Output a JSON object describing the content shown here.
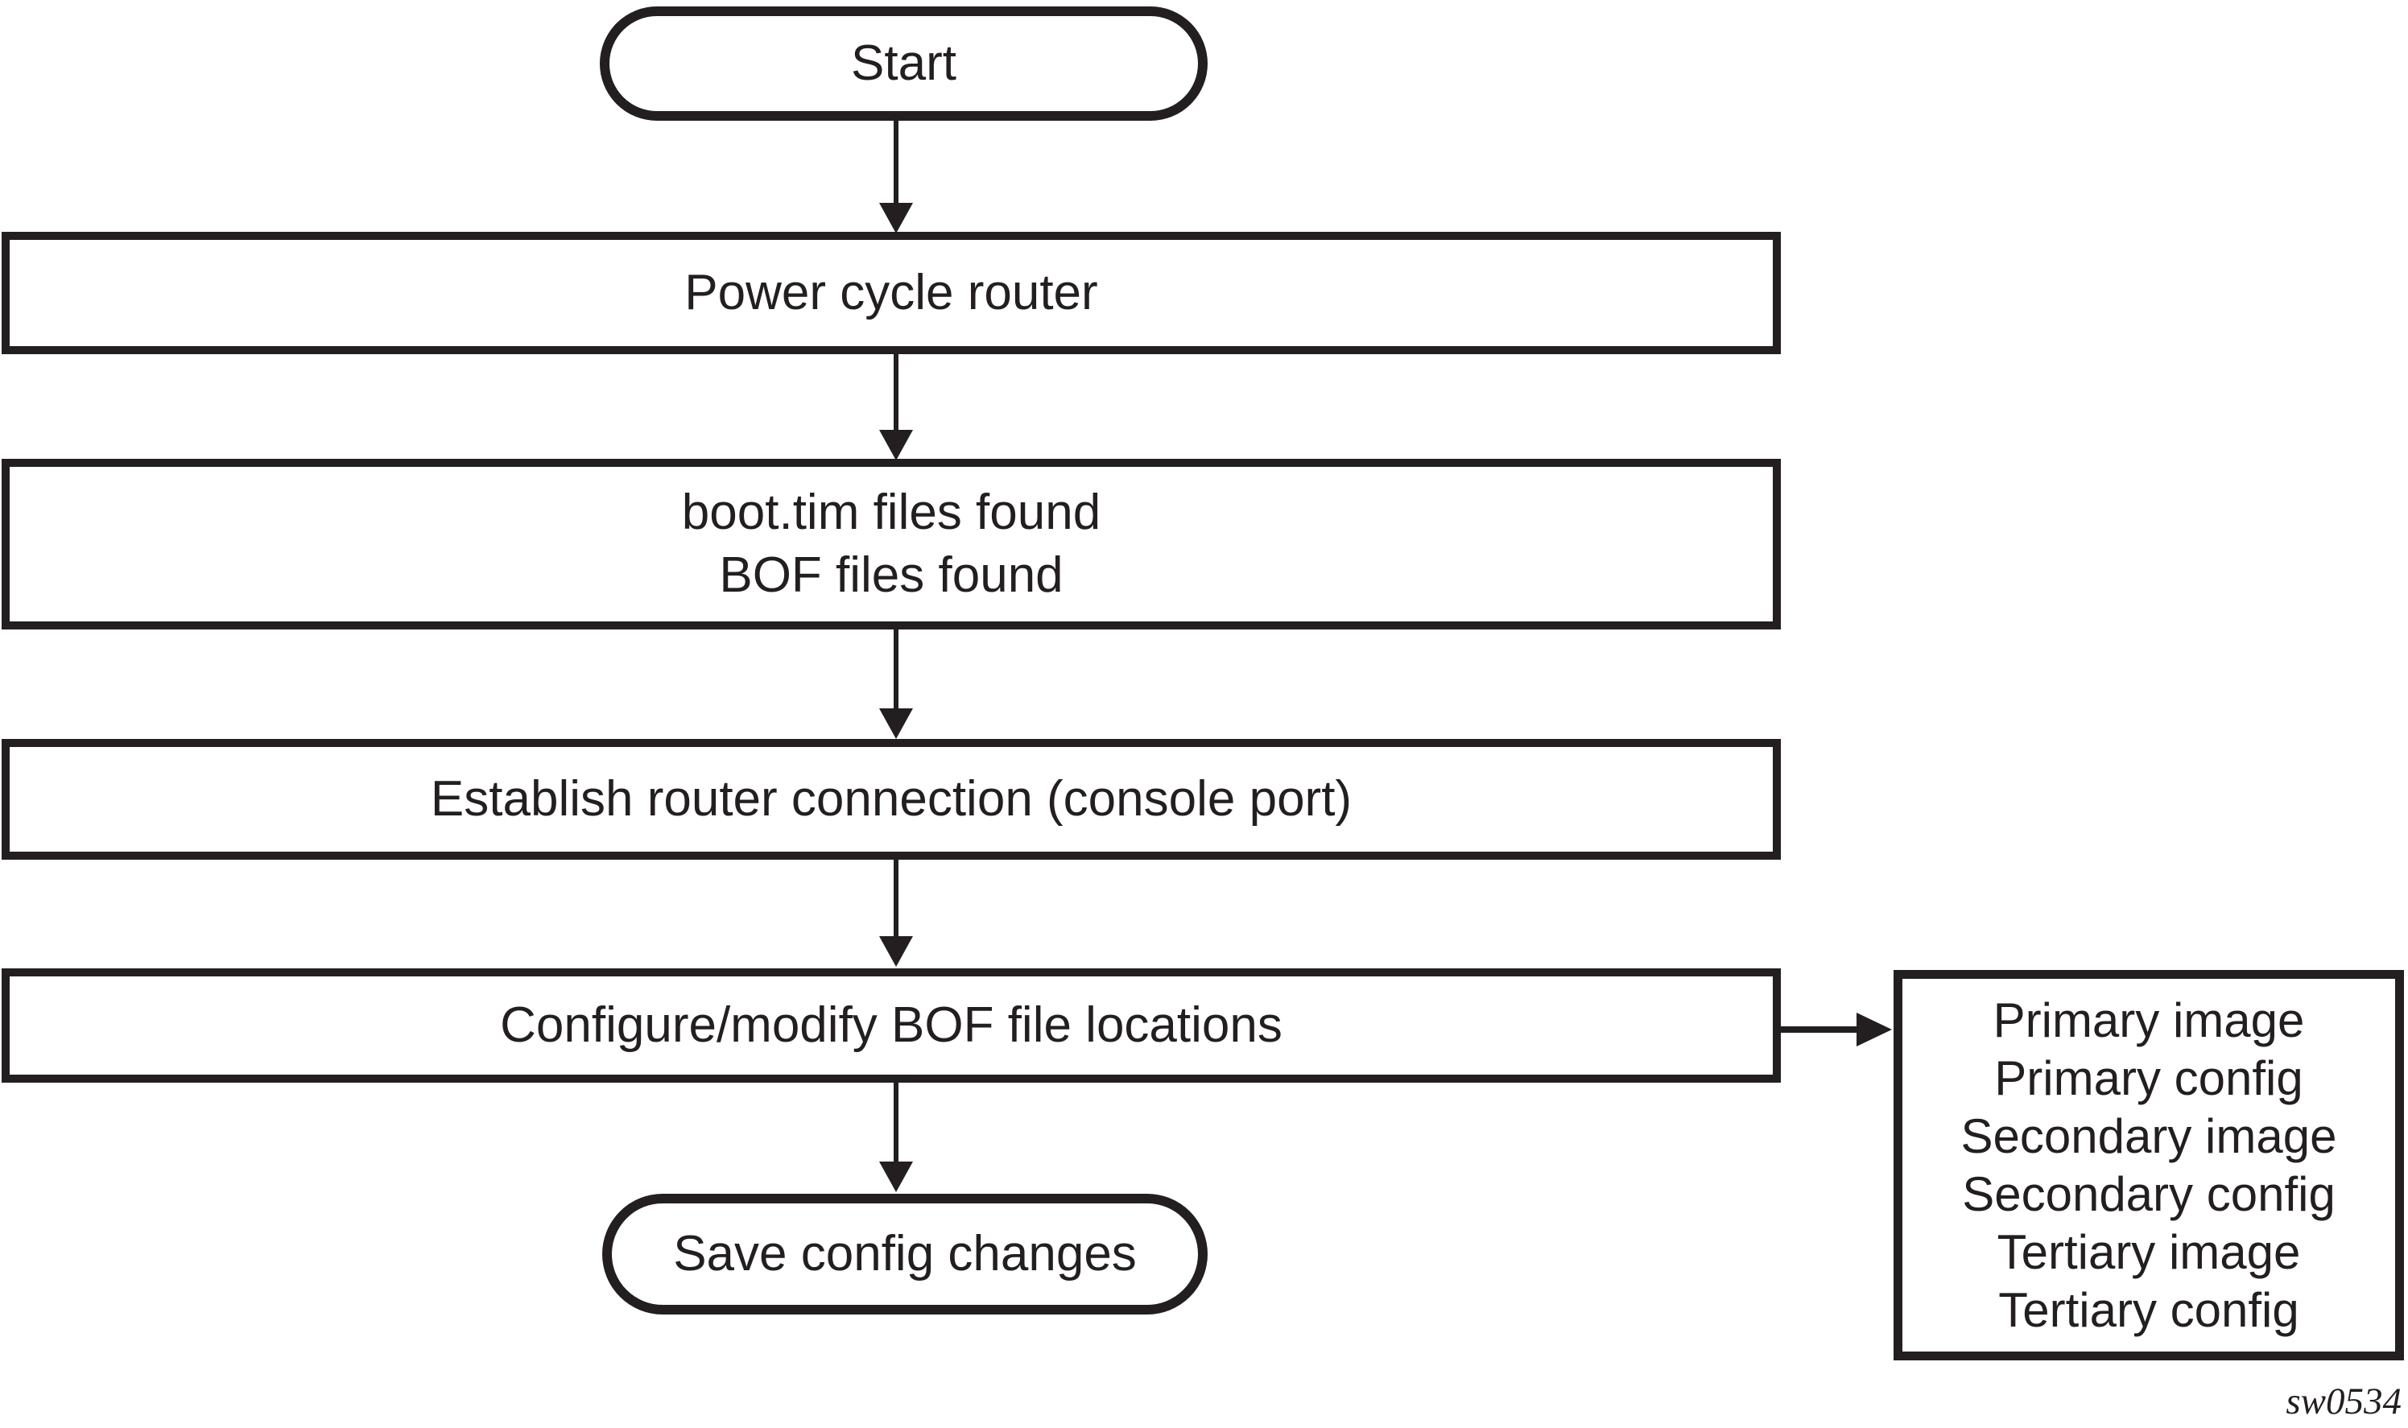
{
  "colors": {
    "ink": "#231f20",
    "background": "#ffffff"
  },
  "flowchart": {
    "nodes": {
      "start": {
        "label": "Start",
        "shape": "terminator"
      },
      "power_cycle": {
        "label": "Power cycle router",
        "shape": "process"
      },
      "files_found": {
        "label": "boot.tim files found\nBOF files found",
        "shape": "process"
      },
      "establish_connection": {
        "label": "Establish router connection (console port)",
        "shape": "process"
      },
      "configure_bof": {
        "label": "Configure/modify BOF file locations",
        "shape": "process"
      },
      "save_config": {
        "label": "Save config changes",
        "shape": "terminator"
      }
    },
    "side_box": {
      "lines": [
        "Primary image",
        "Primary config",
        "Secondary image",
        "Secondary config",
        "Tertiary image",
        "Tertiary config"
      ]
    },
    "edges": [
      {
        "from": "start",
        "to": "power_cycle",
        "direction": "down"
      },
      {
        "from": "power_cycle",
        "to": "files_found",
        "direction": "down"
      },
      {
        "from": "files_found",
        "to": "establish_connection",
        "direction": "down"
      },
      {
        "from": "establish_connection",
        "to": "configure_bof",
        "direction": "down"
      },
      {
        "from": "configure_bof",
        "to": "save_config",
        "direction": "down"
      },
      {
        "from": "configure_bof",
        "to": "side_box",
        "direction": "right"
      }
    ],
    "figure_label": "sw0534"
  }
}
